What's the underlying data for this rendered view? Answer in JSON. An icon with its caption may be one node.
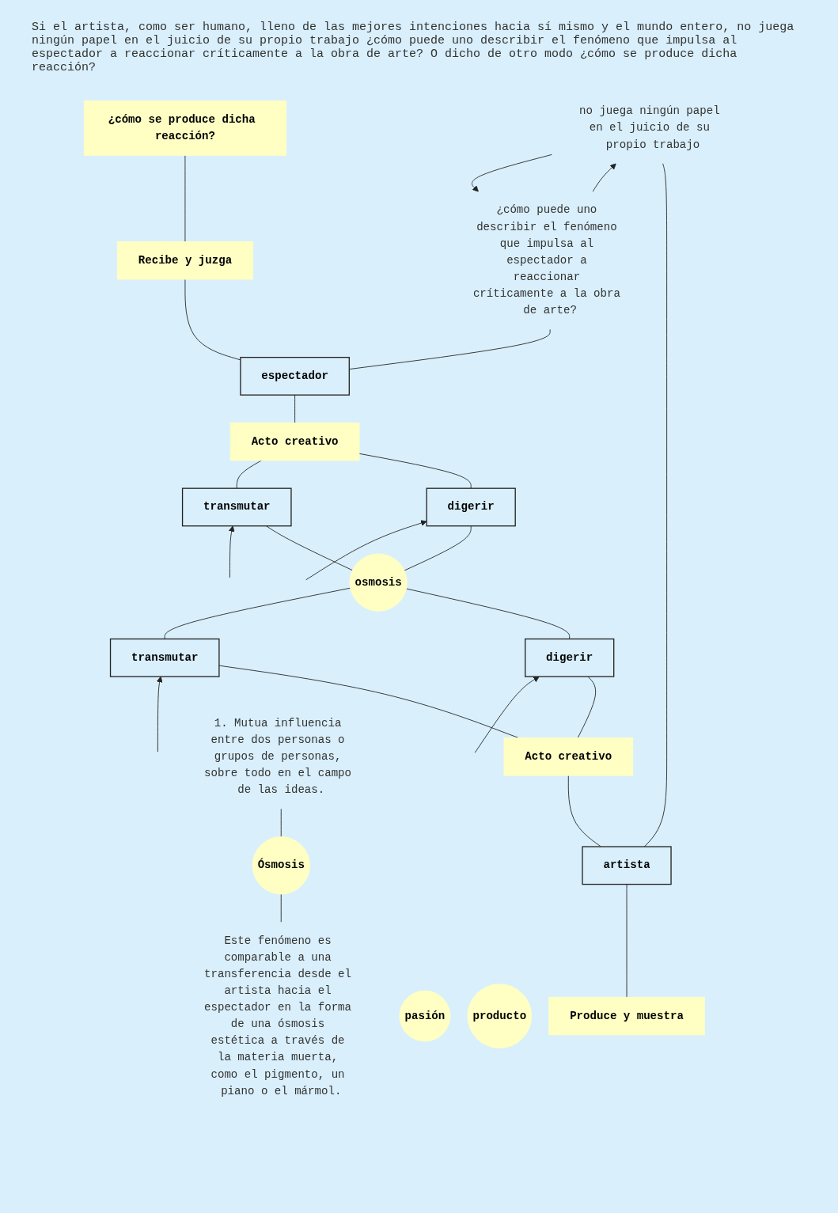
{
  "diagram": {
    "nodes": [
      {
        "text": [
          "Produce y muestra"
        ]
      },
      {
        "text": [
          "artista"
        ]
      },
      {
        "text": [
          "Acto creativo"
        ]
      },
      {
        "text": [
          "digerir"
        ]
      },
      {
        "text": [
          "transmutar"
        ]
      },
      {
        "text": [
          "pasión"
        ]
      },
      {
        "text": [
          "osmosis"
        ]
      },
      {
        "text": [
          "producto"
        ]
      },
      {
        "text": [
          "digerir"
        ]
      },
      {
        "text": [
          "transmutar"
        ]
      },
      {
        "text": [
          "Acto creativo"
        ]
      },
      {
        "text": [
          "espectador"
        ]
      },
      {
        "text": [
          "Recibe y juzga"
        ]
      },
      {
        "text": [
          "no juega ningún papel en el juicio de su propio trabajo"
        ]
      },
      {
        "text": [
          "¿cómo puede uno describir el fenómeno que impulsa al espectador a reaccionar críticamente a la obra de arte?"
        ]
      },
      {
        "text": [
          "¿cómo se produce dicha reacción?"
        ]
      },
      {
        "text": [
          "Este fenómeno es comparable a una transferencia desde el artista hacia el espectador en la forma de una ósmosis estética a través de la materia muerta, como el pigmento, un piano o el mármol."
        ]
      },
      {
        "text": [
          "Ósmosis"
        ]
      },
      {
        "text": [
          "1. Mutua influencia entre dos personas o grupos de personas, sobre todo en el campo de las ideas."
        ]
      }
    ],
    "edges": [
      {
        "from": 0,
        "to": 1,
        "arrow": "none"
      },
      {
        "from": 1,
        "to": 2,
        "arrow": "none"
      },
      {
        "from": 2,
        "to": 3,
        "arrow": "none"
      },
      {
        "from": 2,
        "to": 4,
        "arrow": "none"
      },
      {
        "from": null,
        "to": 3,
        "arrow": "to"
      },
      {
        "from": null,
        "to": 4,
        "arrow": "to"
      },
      {
        "from": 3,
        "to": 6,
        "arrow": "none"
      },
      {
        "from": 4,
        "to": 6,
        "arrow": "none"
      },
      {
        "from": 6,
        "to": 8,
        "arrow": "none"
      },
      {
        "from": 6,
        "to": 9,
        "arrow": "none"
      },
      {
        "from": null,
        "to": 8,
        "arrow": "to"
      },
      {
        "from": null,
        "to": 9,
        "arrow": "to"
      },
      {
        "from": 8,
        "to": 10,
        "arrow": "none"
      },
      {
        "from": 9,
        "to": 10,
        "arrow": "none"
      },
      {
        "from": 10,
        "to": 11,
        "arrow": "none"
      },
      {
        "from": 11,
        "to": 12,
        "arrow": "none"
      },
      {
        "from": 12,
        "to": 15,
        "arrow": "none"
      },
      {
        "from": 1,
        "to": 13,
        "arrow": "none"
      },
      {
        "from": 11,
        "to": 14,
        "arrow": "none"
      },
      {
        "from": 13,
        "to": 14,
        "arrow": "to"
      },
      {
        "from": 14,
        "to": 13,
        "arrow": "to"
      },
      {
        "from": 16,
        "to": 17,
        "arrow": "none"
      },
      {
        "from": 17,
        "to": 18,
        "arrow": "none"
      }
    ],
    "labels": [
      "Si el artista, como ser humano, lleno de las mejores intenciones hacia sí mismo y el mundo entero, no juega ningún papel en el juicio de su propio trabajo ¿cómo puede uno describir el fenómeno que impulsa al espectador a reaccionar críticamente a la obra de arte? O dicho de otro modo ¿cómo se produce dicha reacción?"
    ]
  }
}
